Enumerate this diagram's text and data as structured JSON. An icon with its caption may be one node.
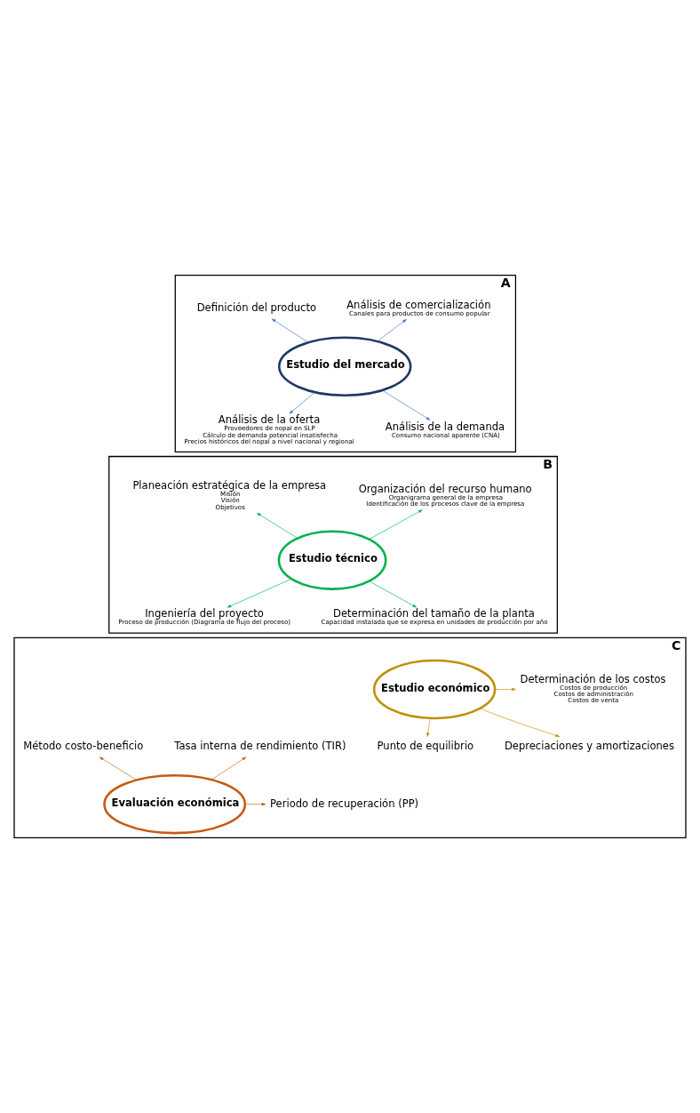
{
  "diagram": {
    "nodes": [
      {
        "text": [
          "A"
        ]
      },
      {
        "text": [
          "Estudio del mercado"
        ],
        "in": 0
      },
      {
        "text": [
          "Análisis de comercialización",
          "Canales para productos de consumo popular"
        ],
        "in": 0
      },
      {
        "text": [
          "Definición del producto"
        ],
        "in": 0
      },
      {
        "text": [
          "Análisis de la oferta",
          "Proveedores de nopal en SLP",
          "Cálculo de demanda potencial insatisfecha",
          "Precios históricos del nopal a nivel nacional y regional"
        ],
        "in": 0
      },
      {
        "text": [
          "Análisis de la demanda",
          "Consumo nacional aparente (CNA)"
        ],
        "in": 0
      },
      {
        "text": [
          "B"
        ]
      },
      {
        "text": [
          "Estudio técnico"
        ],
        "in": 6
      },
      {
        "text": [
          "Organización del recurso humano",
          "Organigrama general de la empresa",
          "Identificación de los procesos clave de la empresa"
        ],
        "in": 6
      },
      {
        "text": [
          "Planeación estratégica de la empresa",
          "Misión",
          "Visión",
          "Objetivos"
        ],
        "in": 6
      },
      {
        "text": [
          "Ingeniería del proyecto",
          "Proceso de producción (Diagrama de flujo del proceso)"
        ],
        "in": 6
      },
      {
        "text": [
          "Determinación del tamaño de la planta",
          "Capacidad instalada que se expresa en unidades de producción por año"
        ],
        "in": 6
      },
      {
        "text": [
          "C"
        ]
      },
      {
        "text": [
          "Estudio económico"
        ],
        "in": 12
      },
      {
        "text": [
          "Determinación de los costos",
          "Costos de producción",
          "Costos de administración",
          "Costos de venta"
        ],
        "in": 12
      },
      {
        "text": [
          "Tasa interna de rendimiento (TIR)"
        ],
        "in": 12
      },
      {
        "text": [
          "Punto de equilibrio"
        ],
        "in": 12
      },
      {
        "text": [
          "Depreciaciones y amortizaciones"
        ],
        "in": 12
      },
      {
        "text": [
          "Método costo-beneficio"
        ],
        "in": 12
      },
      {
        "text": [
          "Evaluación económica"
        ],
        "in": 12
      },
      {
        "text": [
          "Periodo de recuperación (PP)"
        ],
        "in": 12
      }
    ],
    "edges": [
      {
        "from": 1,
        "to": 2,
        "arrow": "to",
        "color": "#4472c4"
      },
      {
        "from": 1,
        "to": 3,
        "arrow": "to",
        "color": "#4472c4"
      },
      {
        "from": 1,
        "to": 4,
        "arrow": "to",
        "color": "#4472c4"
      },
      {
        "from": 1,
        "to": 5,
        "arrow": "to",
        "color": "#4472c4"
      },
      {
        "from": 7,
        "to": 8,
        "arrow": "to",
        "color": "#00b050"
      },
      {
        "from": 7,
        "to": 9,
        "arrow": "to",
        "color": "#00b050"
      },
      {
        "from": 7,
        "to": 10,
        "arrow": "to",
        "color": "#00b050"
      },
      {
        "from": 7,
        "to": 11,
        "arrow": "to",
        "color": "#00b050"
      },
      {
        "from": 13,
        "to": 14,
        "arrow": "to",
        "color": "#bf9000"
      },
      {
        "from": 13,
        "to": 16,
        "arrow": "to",
        "color": "#bf9000"
      },
      {
        "from": 13,
        "to": 17,
        "arrow": "to",
        "color": "#bf9000"
      },
      {
        "from": 19,
        "to": 18,
        "arrow": "to",
        "color": "#c55a11"
      },
      {
        "from": 19,
        "to": 15,
        "arrow": "to",
        "color": "#c55a11"
      },
      {
        "from": 19,
        "to": 20,
        "arrow": "to",
        "color": "#c55a11"
      }
    ]
  }
}
